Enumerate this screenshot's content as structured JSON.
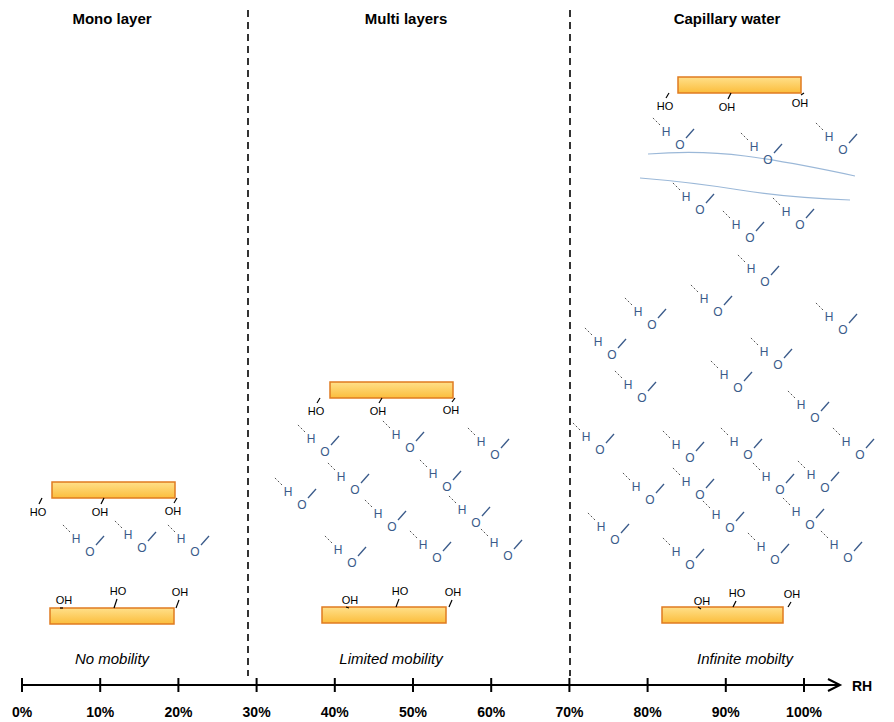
{
  "diagram": {
    "labels": [
      "Mono layer",
      "Multi layers",
      "Capillary water",
      "No mobility",
      "Limited mobility",
      "Infinite mobilty",
      "0%",
      "10%",
      "20%",
      "30%",
      "40%",
      "50%",
      "60%",
      "70%",
      "80%",
      "90%",
      "100%",
      "RH",
      "HO",
      "OH",
      "OH",
      "OH",
      "HO",
      "OH",
      "H",
      "O",
      "H",
      "O",
      "H",
      "O",
      "HO",
      "OH",
      "OH",
      "OH",
      "HO",
      "OH",
      "H",
      "O",
      "H",
      "O",
      "H",
      "O",
      "H",
      "O",
      "H",
      "O",
      "H",
      "O",
      "H",
      "O",
      "H",
      "O",
      "H",
      "O",
      "H",
      "O",
      "H",
      "O",
      "HO",
      "OH",
      "OH",
      "OH",
      "HO",
      "OH",
      "H",
      "O",
      "H",
      "O",
      "H",
      "O",
      "H",
      "O",
      "H",
      "O",
      "H",
      "O",
      "H",
      "O",
      "H",
      "O",
      "H",
      "O",
      "H",
      "O",
      "H",
      "O",
      "H",
      "O",
      "H",
      "O",
      "H",
      "O",
      "H",
      "O",
      "H",
      "O",
      "H",
      "O",
      "H",
      "O",
      "H",
      "O",
      "H",
      "O",
      "H",
      "O",
      "H",
      "O",
      "H",
      "O",
      "H",
      "O",
      "H",
      "O",
      "H",
      "O",
      "H",
      "O",
      "H",
      "O",
      "H",
      "O"
    ]
  }
}
